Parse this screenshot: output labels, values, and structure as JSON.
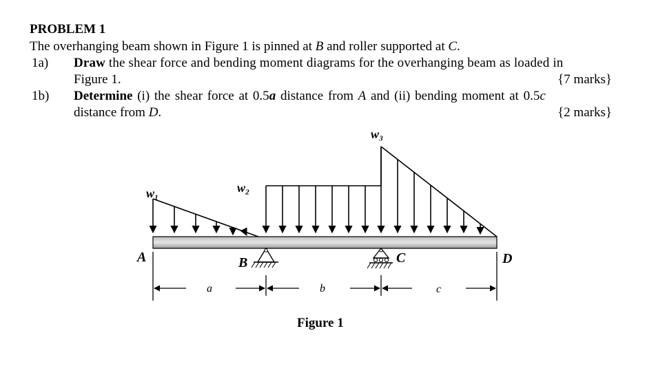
{
  "problem": {
    "title": "PROBLEM 1",
    "intro_before_B": "The overhanging beam shown in Figure 1 is pinned at ",
    "point_B": "B",
    "intro_mid": " and roller supported at ",
    "point_C": "C",
    "intro_end": "."
  },
  "part_a": {
    "number": "1a)",
    "verb": "Draw",
    "text_line1": " the shear force and bending moment diagrams for the overhanging beam as loaded in",
    "text_line2": "Figure 1.",
    "marks": "{7 marks}"
  },
  "part_b": {
    "number": "1b)",
    "verb": "Determine",
    "text_part1": " (i) the shear force at 0.5",
    "var_a": "a",
    "text_part2": " distance from ",
    "point_A": "A",
    "text_part3": " and (ii) bending moment at 0.5",
    "var_c": "c",
    "text_line2_start": "distance from ",
    "point_D": "D",
    "text_line2_end": ".",
    "marks": "{2 marks}"
  },
  "figure": {
    "caption": "Figure 1",
    "load_w1": "w₁",
    "load_w2": "w₂",
    "load_w3": "w₃",
    "label_A": "A",
    "label_B": "B",
    "label_C": "C",
    "label_D": "D",
    "dim_a": "a",
    "dim_b": "b",
    "dim_c": "c"
  }
}
